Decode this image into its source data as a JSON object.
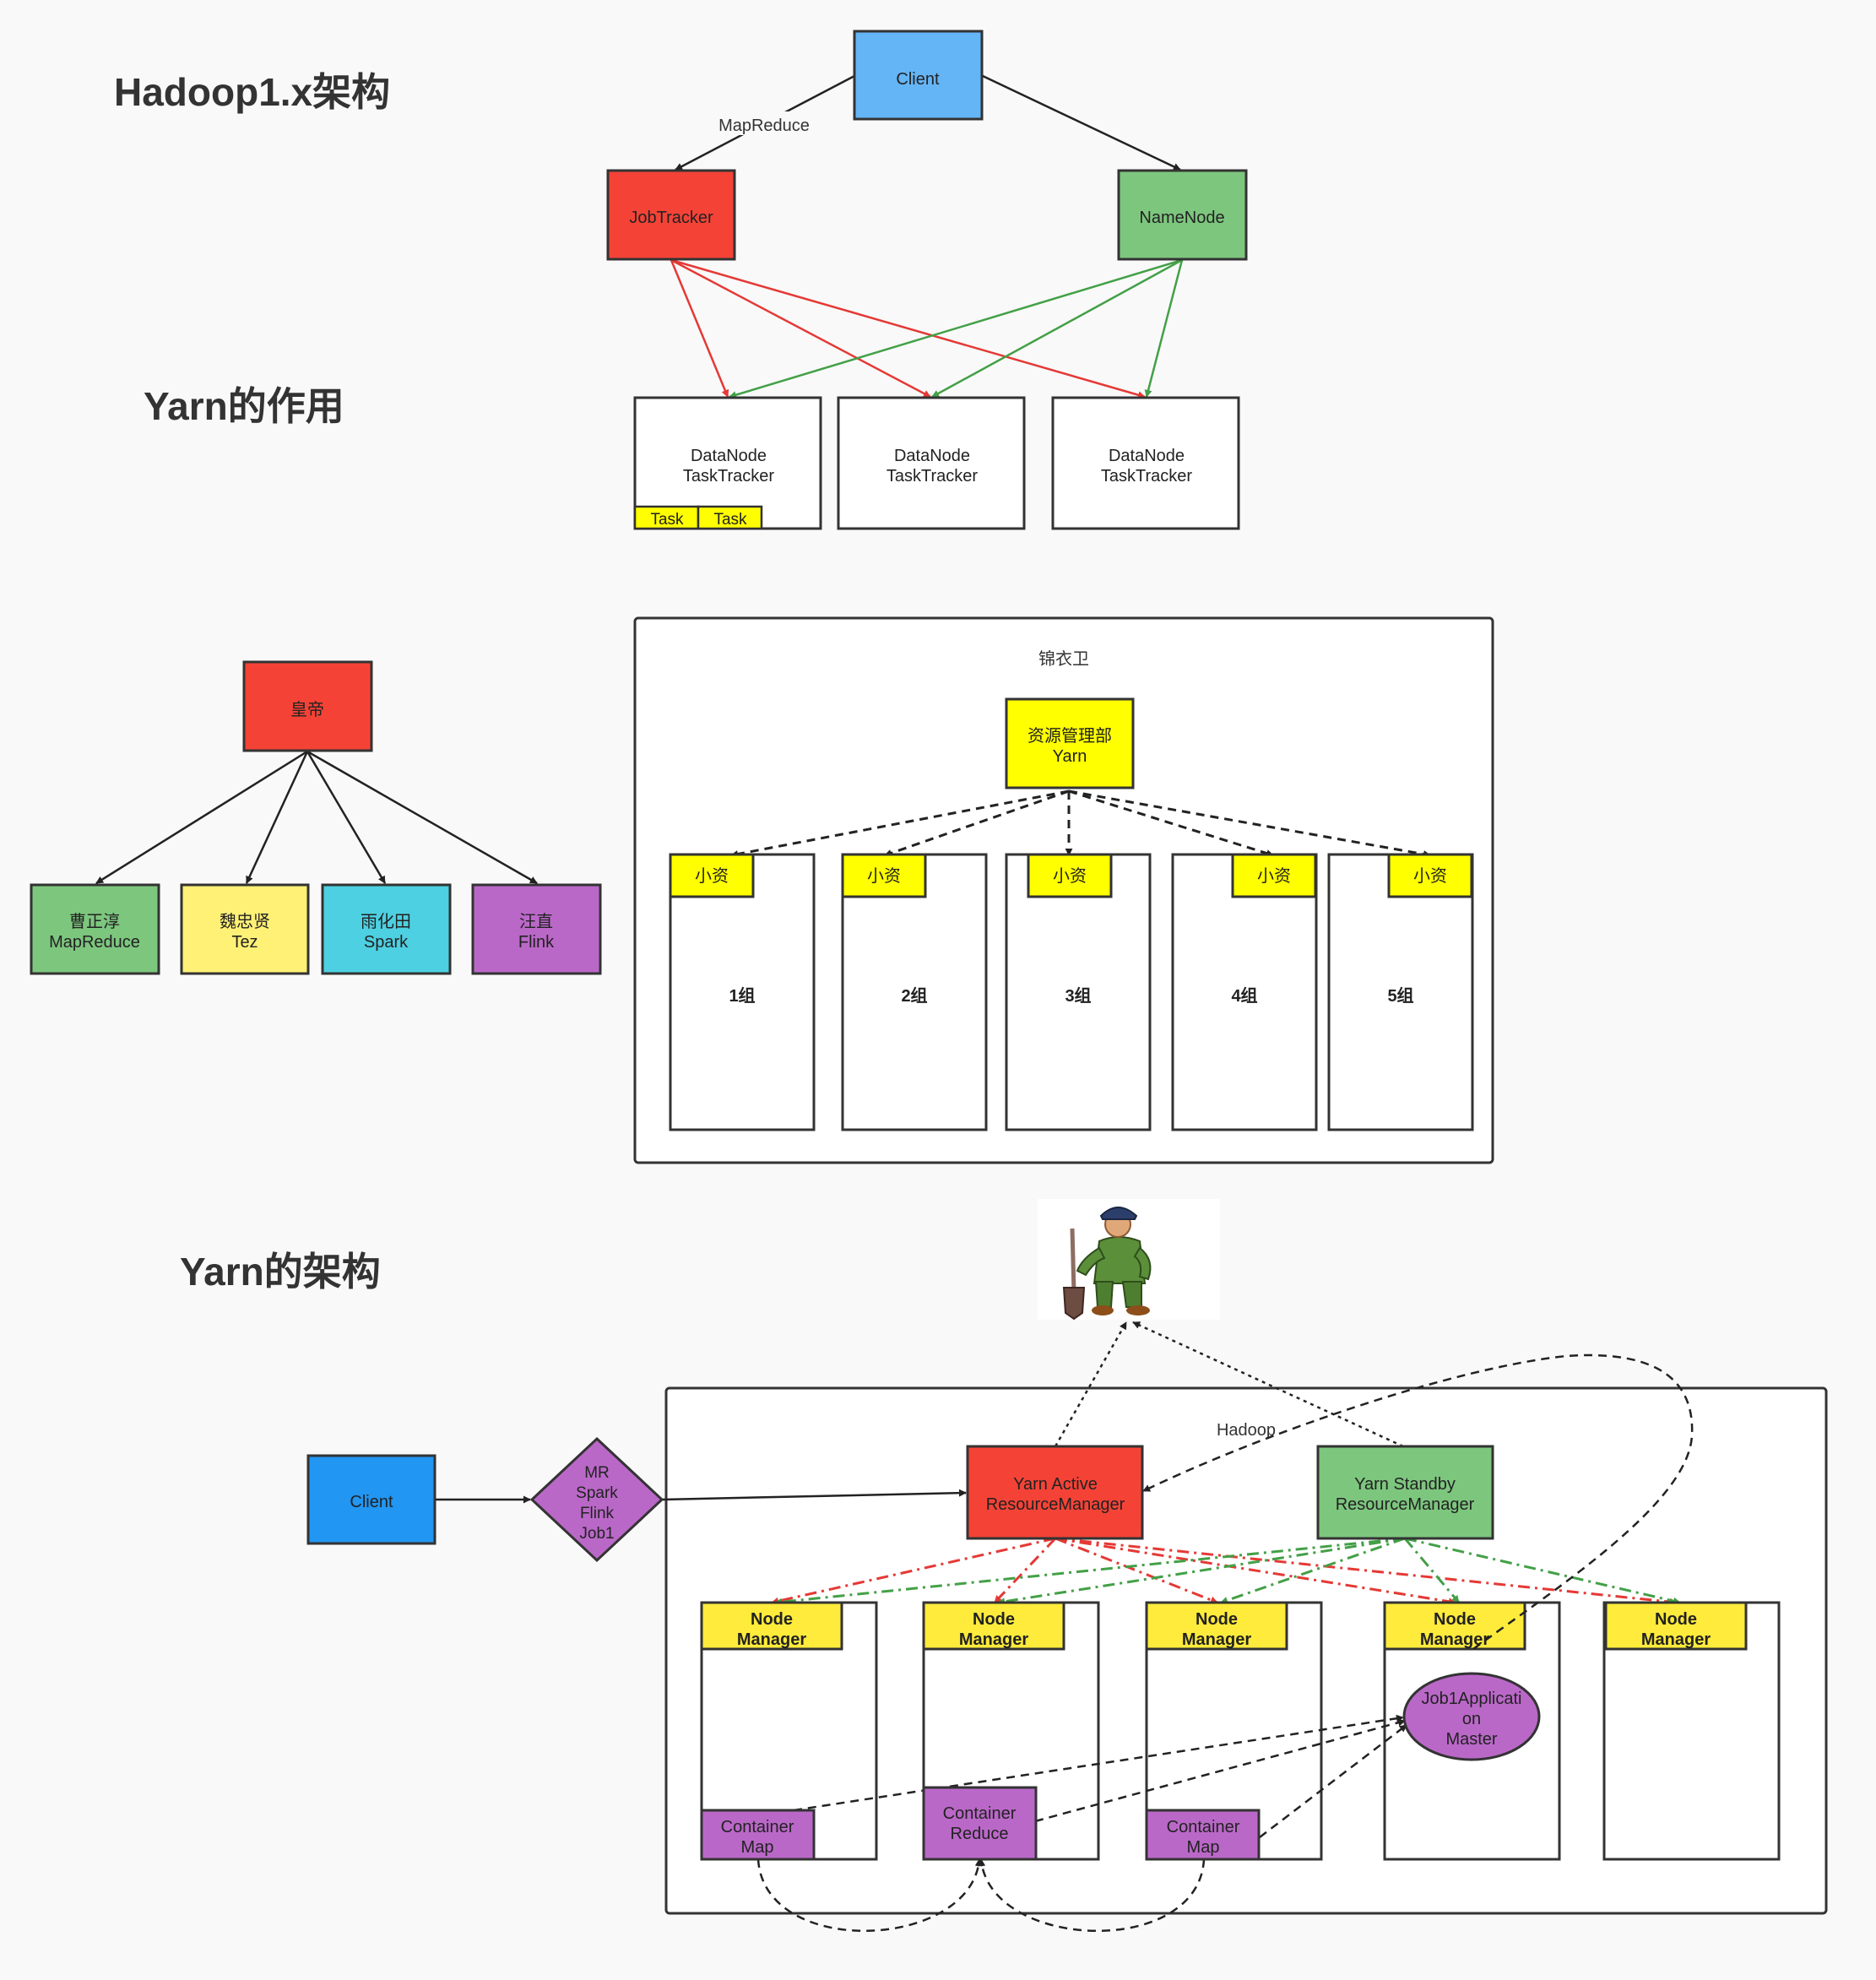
{
  "headings": {
    "hadoop1": "Hadoop1.x架构",
    "yarn_role": "Yarn的作用",
    "yarn_arch": "Yarn的架构"
  },
  "hadoop1": {
    "client": "Client",
    "edge_label": "MapReduce",
    "jobtracker": "JobTracker",
    "namenode": "NameNode",
    "datanode_line1": "DataNode",
    "datanode_line2": "TaskTracker",
    "task": "Task"
  },
  "analogy": {
    "emperor": "皇帝",
    "subordinates": [
      {
        "name": "曹正淳",
        "tech": "MapReduce"
      },
      {
        "name": "魏忠贤",
        "tech": "Tez"
      },
      {
        "name": "雨化田",
        "tech": "Spark"
      },
      {
        "name": "汪直",
        "tech": "Flink"
      }
    ],
    "container_title": "锦衣卫",
    "dept_line1": "资源管理部",
    "dept_line2": "Yarn",
    "resource_tag": "小资",
    "groups": [
      "1组",
      "2组",
      "3组",
      "4组",
      "5组"
    ]
  },
  "yarn": {
    "cluster_label": "Hadoop",
    "client": "Client",
    "job_lines": [
      "MR",
      "Spark",
      "Flink",
      "Job1"
    ],
    "rm_active_line1": "Yarn Active",
    "rm_active_line2": "ResourceManager",
    "rm_standby_line1": "Yarn Standby",
    "rm_standby_line2": "ResourceManager",
    "nm_line1": "Node",
    "nm_line2": "Manager",
    "am_lines": [
      "Job1Applicati",
      "on",
      "Master"
    ],
    "container_map_line1": "Container",
    "container_map_line2": "Map",
    "container_reduce_line1": "Container",
    "container_reduce_line2": "Reduce"
  },
  "colors": {
    "blue": "#64b5f6",
    "client_blue": "#2196f3",
    "red": "#f44336",
    "green": "#7dc67e",
    "yellow": "#ffff00",
    "light_yellow": "#fff176",
    "cyan": "#4dd0e1",
    "purple": "#ba68c8",
    "nm_yellow": "#ffeb3b",
    "edge_red": "#e53935",
    "edge_green": "#43a047"
  }
}
